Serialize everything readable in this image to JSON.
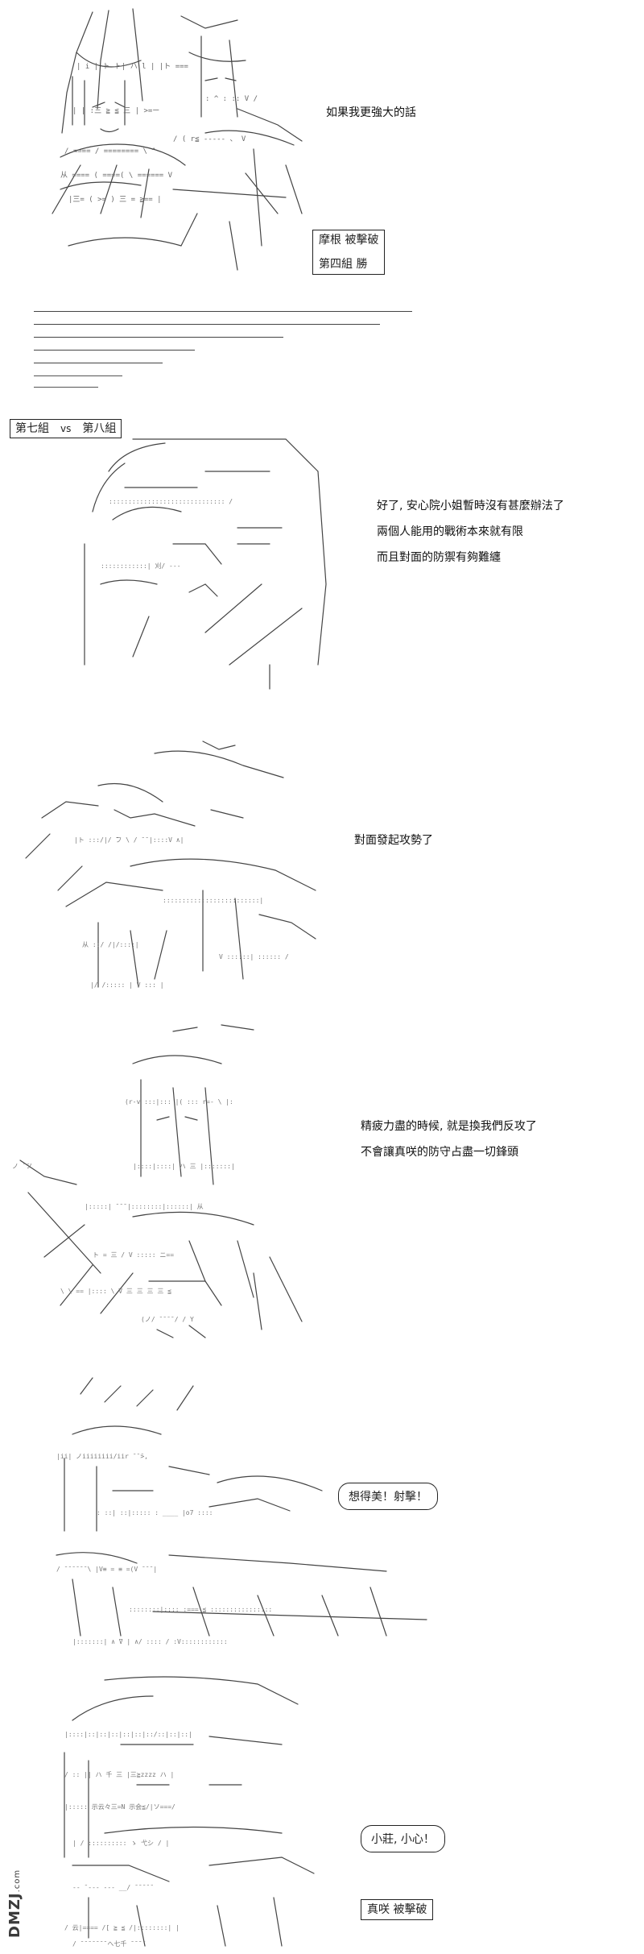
{
  "panel1": {
    "caption": "如果我更強大的話",
    "box_lines": [
      "摩根 被擊破",
      "第四組 勝"
    ]
  },
  "header": {
    "left": "第七組",
    "vs": "vs",
    "right": "第八組"
  },
  "panel2": {
    "lines": [
      "好了, 安心院小姐暫時沒有甚麼辦法了",
      "兩個人能用的戰術本來就有限",
      "而且對面的防禦有夠難纏"
    ]
  },
  "panel3": {
    "caption": "對面發起攻勢了"
  },
  "panel4": {
    "lines": [
      "精疲力盡的時候, 就是換我們反攻了",
      "不會讓真咲的防守占盡一切鋒頭"
    ]
  },
  "panel5": {
    "bubble": "想得美！射擊！"
  },
  "panel6": {
    "bubble": "小莊, 小心！",
    "box": "真咲 被擊破"
  },
  "watermark": {
    "brand": "DMZJ",
    "domain": ".com"
  }
}
